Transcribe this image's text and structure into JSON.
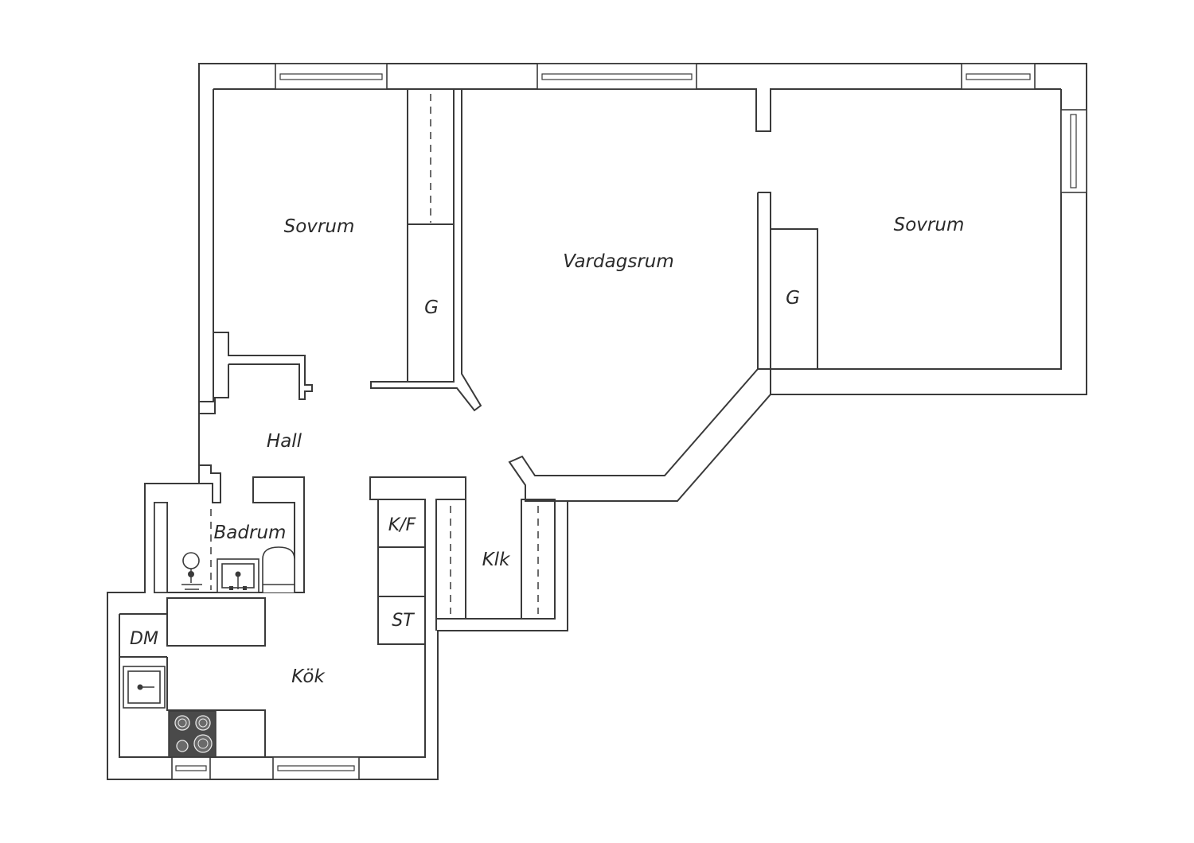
{
  "rooms": {
    "bedroom_left": "Sovrum",
    "wardrobe_left": "G",
    "living_room": "Vardagsrum",
    "bedroom_right": "Sovrum",
    "wardrobe_right": "G",
    "hall": "Hall",
    "bathroom": "Badrum",
    "fridge_freezer": "K/F",
    "walk_in_closet": "Klk",
    "storage": "ST",
    "dishwasher": "DM",
    "kitchen": "Kök"
  },
  "colors": {
    "wall_outline": "#3a3a3a",
    "wall_fill": "#ffffff",
    "stove": "#4a4a4a",
    "text": "#2a2a2a"
  }
}
